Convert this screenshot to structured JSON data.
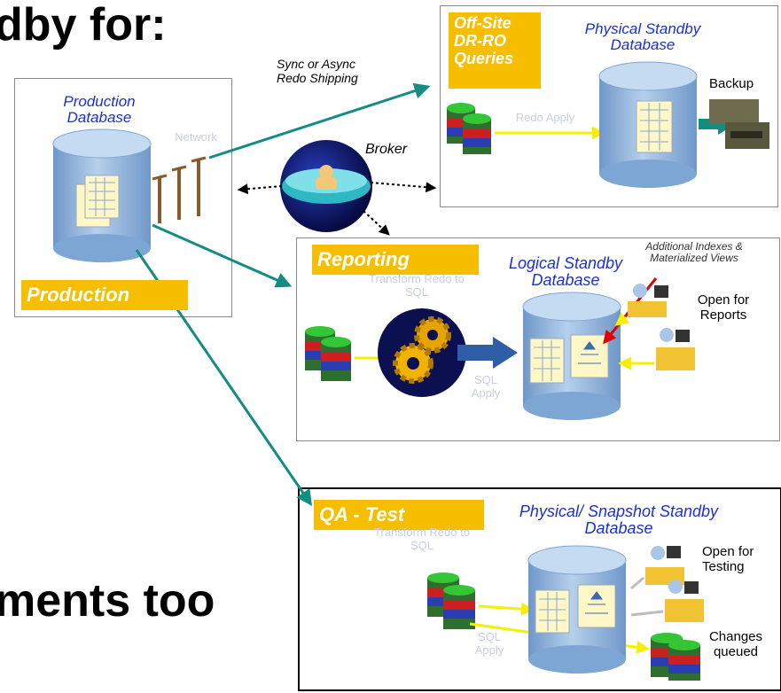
{
  "headline": {
    "top": "dby for:",
    "bottom": "ments too"
  },
  "production": {
    "db_label": "Production Database",
    "tag": "Production",
    "network_label": "Network"
  },
  "edges": {
    "shipping_label": "Sync or Async Redo Shipping",
    "broker_label": "Broker"
  },
  "physical_panel": {
    "tag": "Off-Site DR-RO Queries",
    "db_label": "Physical Standby Database",
    "backup_label": "Backup",
    "apply_label": "Redo Apply"
  },
  "reporting_panel": {
    "tag": "Reporting",
    "db_label": "Logical Standby Database",
    "extras_label": "Additional Indexes & Materialized Views",
    "open_label": "Open for Reports",
    "transform_label": "Transform Redo to SQL",
    "apply_label": "SQL Apply"
  },
  "qa_panel": {
    "tag": "QA - Test",
    "db_label": "Physical/ Snapshot Standby Database",
    "open_label": "Open for Testing",
    "changes_label": "Changes queued",
    "transform_label": "Transform Redo to SQL",
    "apply_label": "SQL Apply"
  },
  "colors": {
    "tag_fill": "#f7be00",
    "label_blue": "#1b2fd6",
    "arrow_teal": "#138c82",
    "arrow_yellow": "#f5f000",
    "arrow_red": "#e00000",
    "db_blue": "#8fb4dc"
  }
}
